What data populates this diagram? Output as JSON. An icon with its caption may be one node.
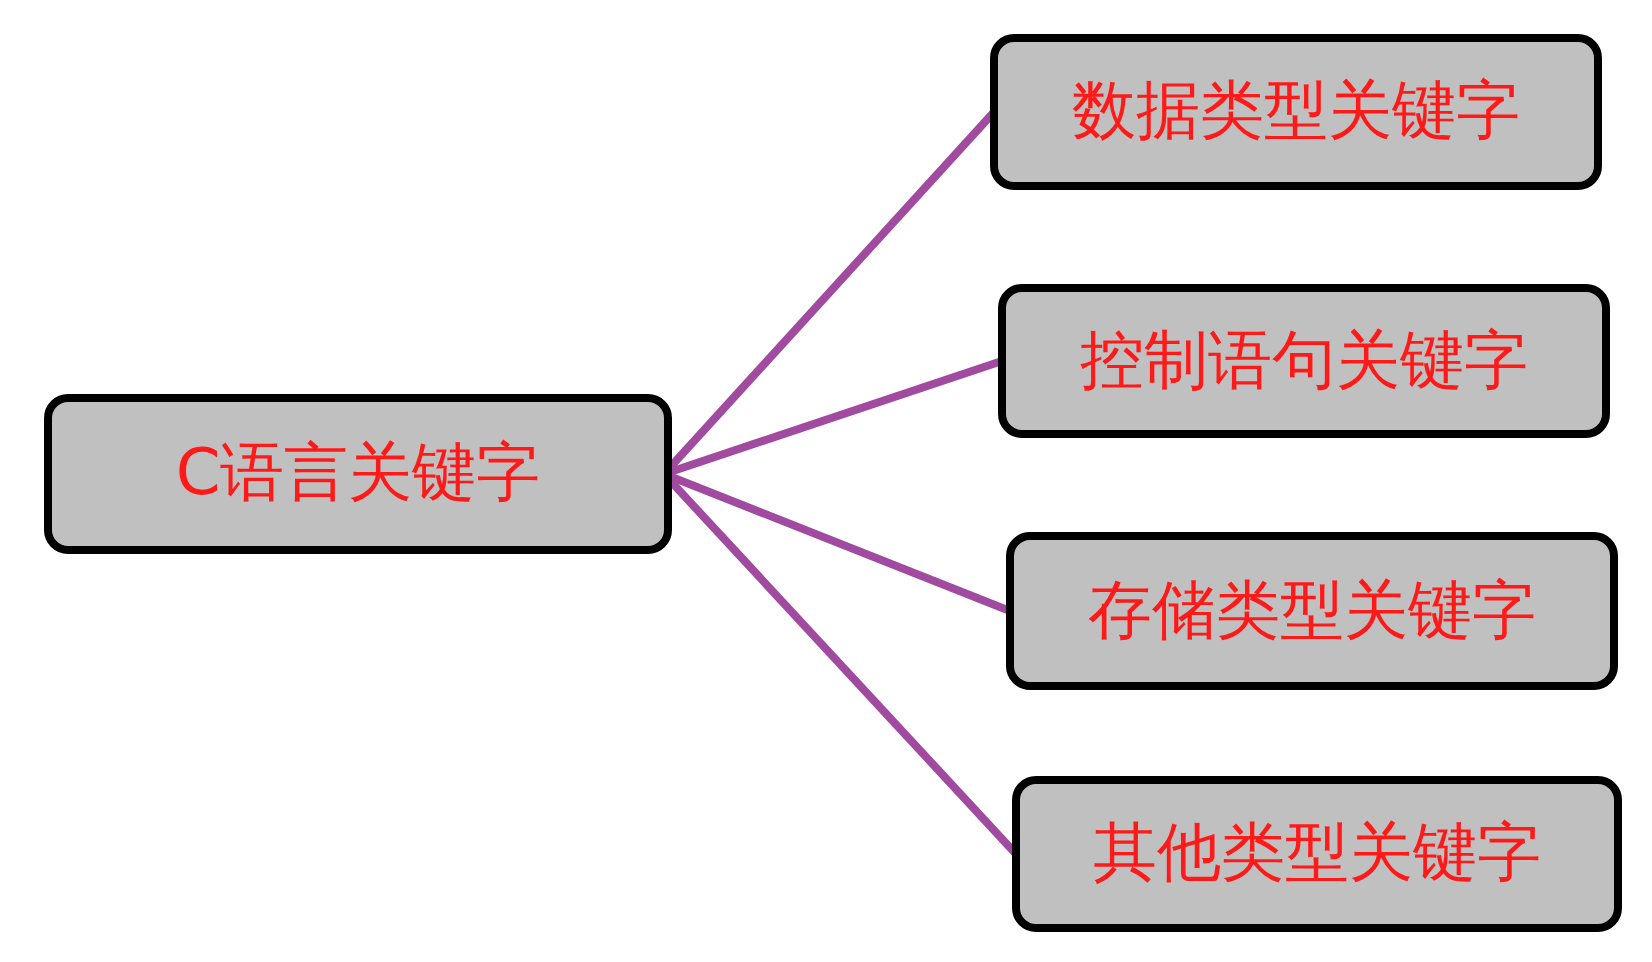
{
  "diagram": {
    "nodes": [
      {
        "text": [
          "C语言关键字"
        ]
      },
      {
        "text": [
          "数据类型关键字"
        ]
      },
      {
        "text": [
          "控制语句关键字"
        ]
      },
      {
        "text": [
          "存储类型关键字"
        ]
      },
      {
        "text": [
          "其他类型关键字"
        ]
      }
    ],
    "edges": [
      {
        "from": 0,
        "to": 1,
        "arrow": "none"
      },
      {
        "from": 0,
        "to": 2,
        "arrow": "none"
      },
      {
        "from": 0,
        "to": 3,
        "arrow": "none"
      },
      {
        "from": 0,
        "to": 4,
        "arrow": "none"
      }
    ]
  }
}
